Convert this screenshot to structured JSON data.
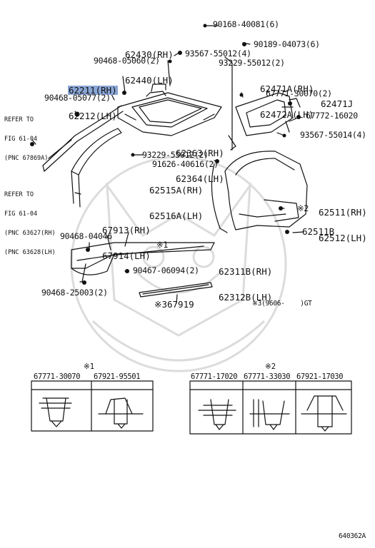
{
  "colors": {
    "line": "#111111",
    "highlight": "#8aa6d6",
    "watermark": "#d8d8d8"
  },
  "labels": {
    "p90168": "90168-40081(6)",
    "p90189": "90189-04073(6)",
    "p62430": "62430(RH)",
    "p62440": "62440(LH)",
    "p93567a": "93567-55012(4)",
    "p90468a": "90468-05060(2)",
    "p93229a": "93229-55012(2)",
    "p62471A": "62471A(RH)",
    "p62472A": "62472A(LH)",
    "p62211": "62211(RH)",
    "p62212": "62212(LH)",
    "p67771": "67771-30070(2)",
    "p62471J": "62471J",
    "p90468b": "90468-05077(2)",
    "p67772": "67772-16020",
    "p93567b": "93567-55014(4)",
    "p62363": "62363(RH)",
    "p62364": "62364(LH)",
    "p93229b": "93229-55012(2)",
    "p91626": "91626-40616(2)",
    "p62515A": "62515A(RH)",
    "p62516A": "62516A(LH)",
    "p62511": "62511(RH)",
    "p62512": "62512(LH)",
    "mark2a": "※2",
    "p67913": "67913(RH)",
    "p67914": "67914(LH)",
    "p90468c": "90468-04046",
    "mark1": "※1",
    "p62511B": "62511B",
    "p90467": "90467-06094(2)",
    "p62311B": "62311B(RH)",
    "p62312B": "62312B(LH)",
    "p90468d": "90468-25003(2)",
    "p67919": "※367919",
    "note3": "※3(9606-    )GT"
  },
  "refer1": {
    "line1": "REFER TO",
    "line2": "FIG 61-04",
    "line3": "(PNC 67869A)"
  },
  "refer2": {
    "line1": "REFER TO",
    "line2": "FIG 61-04",
    "line3": "(PNC 63627(RH)",
    "line4": "(PNC 63628(LH)"
  },
  "inset1": {
    "mark": "※1",
    "headers": [
      "67771-30070",
      "67921-95501"
    ]
  },
  "inset2": {
    "mark": "※2",
    "headers": [
      "67771-17020",
      "67771-33030",
      "67921-17030"
    ]
  },
  "diagram_code": "640362A",
  "watermark": {
    "description": "faint circular crest / mascot logo behind the diagram"
  }
}
